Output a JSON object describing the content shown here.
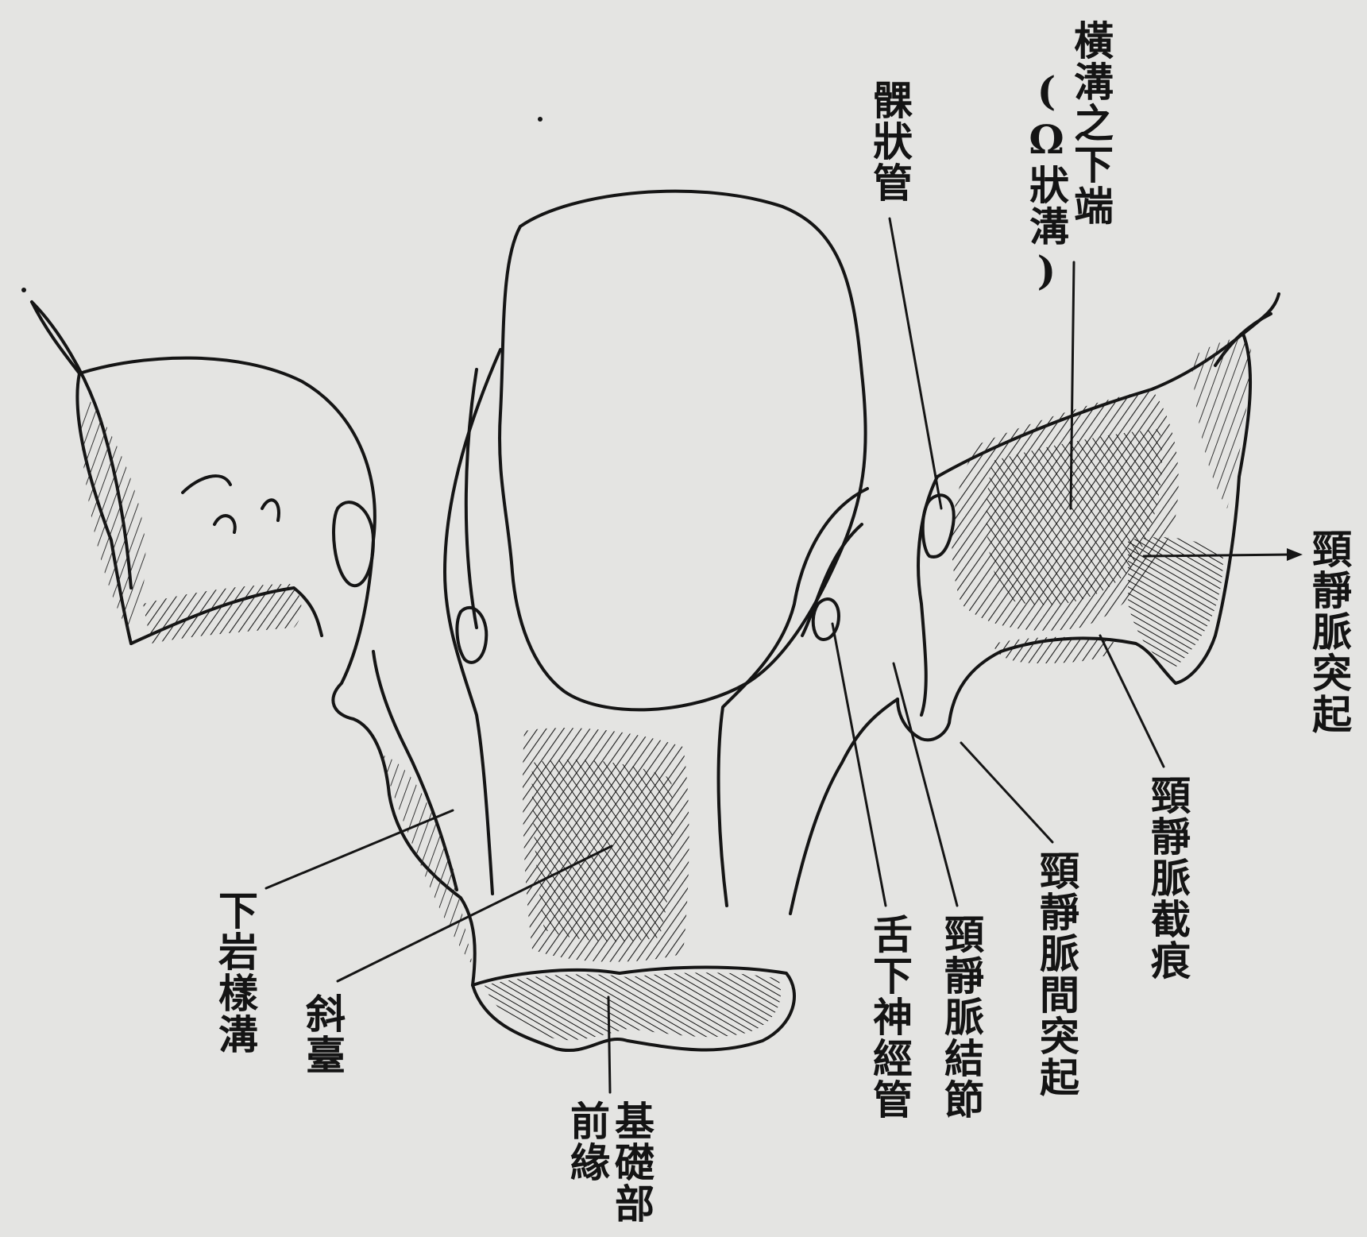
{
  "figure": {
    "labels": {
      "transverse_sinus_end": {
        "line1": "橫溝之下端",
        "line2": "(Ω狀溝)"
      },
      "condylar_canal": "髁狀管",
      "jugular_process": "頸靜脈突起",
      "jugular_notch": "頸靜脈截痕",
      "intrajugular_process": "頸靜脈間突起",
      "jugular_tubercle": "頸靜脈結節",
      "hypoglossal_canal": "舌下神經管",
      "basilar_anterior_margin": {
        "line1": "基礎部",
        "line2": "前緣"
      },
      "clivus": "斜臺",
      "inferior_petrosal_sulcus": "下岩樣溝"
    }
  }
}
